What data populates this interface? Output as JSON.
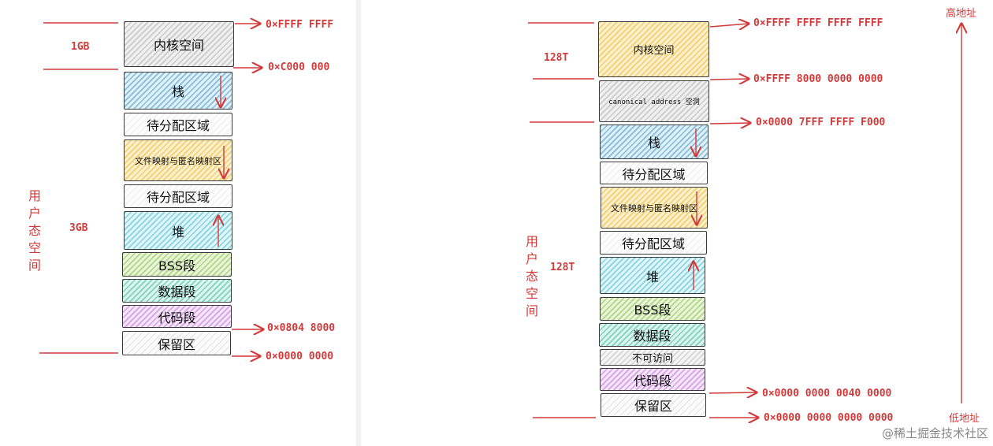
{
  "left": {
    "sizes": {
      "kernel": "1GB",
      "user": "3GB"
    },
    "user_space_label": "用户态空间",
    "addresses": [
      "0×FFFF FFFF",
      "0×C000 000",
      "0×0804 8000",
      "0×0000 0000"
    ],
    "blocks": [
      "内核空间",
      "栈",
      "待分配区域",
      "文件映射与匿名映射区",
      "待分配区域",
      "堆",
      "BSS段",
      "数据段",
      "代码段",
      "保留区"
    ]
  },
  "right": {
    "sizes": {
      "kernel": "128T",
      "user": "128T"
    },
    "user_space_label": "用户态空间",
    "addresses": [
      "0×FFFF FFFF FFFF FFFF",
      "0×FFFF 8000 0000 0000",
      "0×0000 7FFF FFFF F000",
      "0×0000 0000 0040 0000",
      "0×0000 0000 0000 0000"
    ],
    "blocks": [
      "内核空间",
      "canonical address 空洞",
      "栈",
      "待分配区域",
      "文件映射与匿名映射区",
      "待分配区域",
      "堆",
      "BSS段",
      "数据段",
      "不可访问",
      "代码段",
      "保留区"
    ],
    "high_label": "高地址",
    "low_label": "低地址"
  },
  "watermark": "@稀土掘金技术社区",
  "colors": {
    "accent_red": "#d23a3a",
    "outline": "#3a3a3a"
  }
}
